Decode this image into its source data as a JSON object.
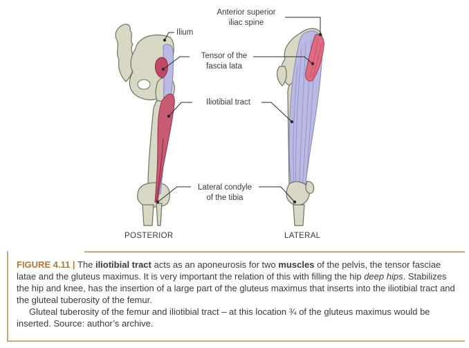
{
  "labels": {
    "asis_line1": "Anterior superior",
    "asis_line2": "iliac spine",
    "ilium": "Ilium",
    "tfl_line1": "Tensor of the",
    "tfl_line2": "fascia lata",
    "it_tract": "Iliotibial tract",
    "condyle_line1": "Lateral condyle",
    "condyle_line2": "of the tibia",
    "posterior": "POSTERIOR",
    "lateral": "LATERAL"
  },
  "caption": {
    "figure_no": "FIGURE 4.11 |",
    "p1_a": " The ",
    "p1_b": "iliotibial tract",
    "p1_c": " acts as an aponeurosis for two ",
    "p1_d": "muscles",
    "p1_e": " of the pelvis, the tensor fasciae latae and the gluteus maximus. It is very important the relation of this with filling the hip ",
    "p1_f": "deep hips",
    "p1_g": ". Stabilizes the hip and knee, has the insertion of a large part of the gluteus maximus that inserts into the iliotibial tract and the gluteal tuberosity of the femur.",
    "p2": "Gluteal tuberosity of the femur and iliotibial tract – at this location ¾ of the gluteus maximus would be inserted. Source: author’s archive."
  },
  "colors": {
    "bone": "#d8d8c4",
    "bone_stroke": "#6f6f62",
    "muscle": "#c04a64",
    "tract": "#b9b9e3",
    "accent": "#b5763a"
  }
}
